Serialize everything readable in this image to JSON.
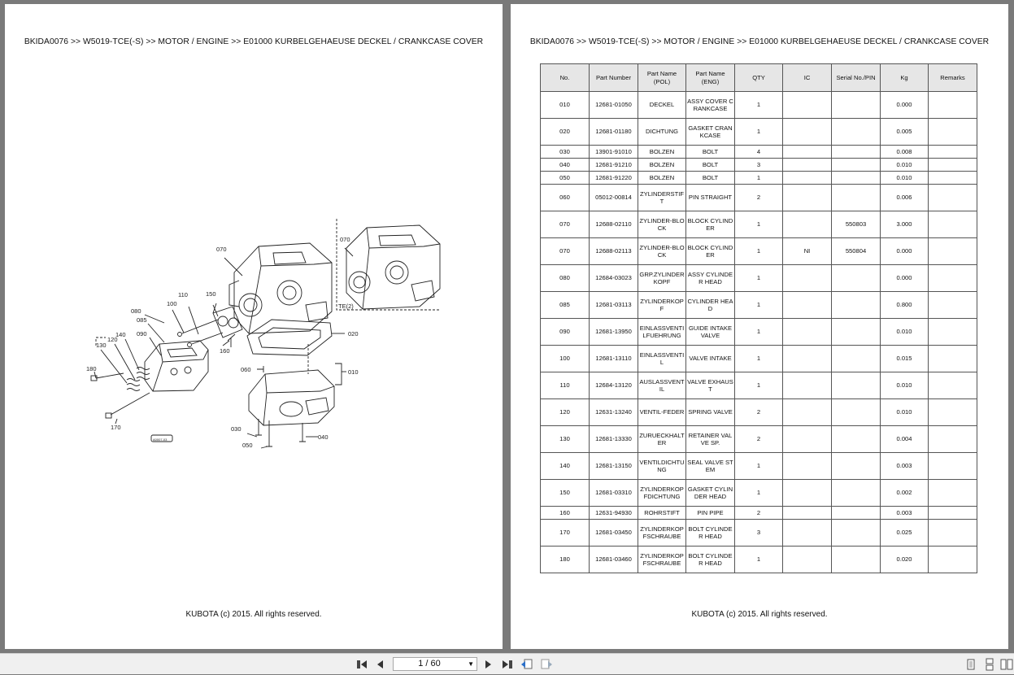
{
  "header_text": "BKIDA0076 >> W5019-TCE(-S) >> MOTOR / ENGINE >> E01000   KURBELGEHAEUSE DECKEL / CRANKCASE COVER",
  "footer_text": "KUBOTA (c) 2015. All rights reserved.",
  "diagram": {
    "callouts": [
      "070",
      "070",
      "TE(2)",
      "110",
      "150",
      "100",
      "080",
      "085",
      "140",
      "120",
      "090",
      "130",
      "180",
      "170",
      "160",
      "020",
      "060",
      "010",
      "030",
      "050",
      "040",
      "A0007-03"
    ]
  },
  "table": {
    "headers": [
      "No.",
      "Part Number",
      "Part Name (POL)",
      "Part Name (ENG)",
      "QTY",
      "IC",
      "Serial No./PIN",
      "Kg",
      "Remarks"
    ],
    "rows": [
      {
        "no": "010",
        "pn": "12681-01050",
        "pol": "DECKEL",
        "eng": "ASSY COVER CRANKCASE",
        "qty": "1",
        "ic": "",
        "serial": "",
        "kg": "0.000",
        "remarks": "",
        "h": "h1"
      },
      {
        "no": "020",
        "pn": "12681-01180",
        "pol": "DICHTUNG",
        "eng": "GASKET CRANKCASE",
        "qty": "1",
        "ic": "",
        "serial": "",
        "kg": "0.005",
        "remarks": "",
        "h": "h1"
      },
      {
        "no": "030",
        "pn": "13901-91010",
        "pol": "BOLZEN",
        "eng": "BOLT",
        "qty": "4",
        "ic": "",
        "serial": "",
        "kg": "0.008",
        "remarks": "",
        "h": "h2"
      },
      {
        "no": "040",
        "pn": "12681-91210",
        "pol": "BOLZEN",
        "eng": "BOLT",
        "qty": "3",
        "ic": "",
        "serial": "",
        "kg": "0.010",
        "remarks": "",
        "h": "h2"
      },
      {
        "no": "050",
        "pn": "12681-91220",
        "pol": "BOLZEN",
        "eng": "BOLT",
        "qty": "1",
        "ic": "",
        "serial": "",
        "kg": "0.010",
        "remarks": "",
        "h": "h2"
      },
      {
        "no": "060",
        "pn": "05012-00814",
        "pol": "ZYLINDERSTIFT",
        "eng": "PIN STRAIGHT",
        "qty": "2",
        "ic": "",
        "serial": "",
        "kg": "0.006",
        "remarks": "",
        "h": "h1"
      },
      {
        "no": "070",
        "pn": "12688-02110",
        "pol": "ZYLINDER-BLOCK",
        "eng": "BLOCK CYLINDER",
        "qty": "1",
        "ic": "",
        "serial": "550803",
        "kg": "3.000",
        "remarks": "",
        "h": "h1"
      },
      {
        "no": "070",
        "pn": "12688-02113",
        "pol": "ZYLINDER-BLOCK",
        "eng": "BLOCK CYLINDER",
        "qty": "1",
        "ic": "NI",
        "serial": "550804",
        "kg": "0.000",
        "remarks": "",
        "h": "h1"
      },
      {
        "no": "080",
        "pn": "12684-03023",
        "pol": "GRP.ZYLINDERKOPF",
        "eng": "ASSY CYLINDER HEAD",
        "qty": "1",
        "ic": "",
        "serial": "",
        "kg": "0.000",
        "remarks": "",
        "h": "h1"
      },
      {
        "no": "085",
        "pn": "12681-03113",
        "pol": "ZYLINDERKOPF",
        "eng": "CYLINDER HEAD",
        "qty": "1",
        "ic": "",
        "serial": "",
        "kg": "0.800",
        "remarks": "",
        "h": "h1"
      },
      {
        "no": "090",
        "pn": "12681-13950",
        "pol": "EINLASSVENTILFUEHRUNG",
        "eng": "GUIDE INTAKE VALVE",
        "qty": "1",
        "ic": "",
        "serial": "",
        "kg": "0.010",
        "remarks": "",
        "h": "h1"
      },
      {
        "no": "100",
        "pn": "12681-13110",
        "pol": "EINLASSVENTIL",
        "eng": "VALVE INTAKE",
        "qty": "1",
        "ic": "",
        "serial": "",
        "kg": "0.015",
        "remarks": "",
        "h": "h1"
      },
      {
        "no": "110",
        "pn": "12684-13120",
        "pol": "AUSLASSVENTIL",
        "eng": "VALVE EXHAUST",
        "qty": "1",
        "ic": "",
        "serial": "",
        "kg": "0.010",
        "remarks": "",
        "h": "h1"
      },
      {
        "no": "120",
        "pn": "12631-13240",
        "pol": "VENTIL-FEDER",
        "eng": "SPRING VALVE",
        "qty": "2",
        "ic": "",
        "serial": "",
        "kg": "0.010",
        "remarks": "",
        "h": "h1"
      },
      {
        "no": "130",
        "pn": "12681-13330",
        "pol": "ZURUECKHALTER",
        "eng": "RETAINER VALVE SP.",
        "qty": "2",
        "ic": "",
        "serial": "",
        "kg": "0.004",
        "remarks": "",
        "h": "h1"
      },
      {
        "no": "140",
        "pn": "12681-13150",
        "pol": "VENTILDICHTUNG",
        "eng": "SEAL VALVE STEM",
        "qty": "1",
        "ic": "",
        "serial": "",
        "kg": "0.003",
        "remarks": "",
        "h": "h1"
      },
      {
        "no": "150",
        "pn": "12681-03310",
        "pol": "ZYLINDERKOPFDICHTUNG",
        "eng": "GASKET CYLINDER HEAD",
        "qty": "1",
        "ic": "",
        "serial": "",
        "kg": "0.002",
        "remarks": "",
        "h": "h1"
      },
      {
        "no": "160",
        "pn": "12631-94930",
        "pol": "ROHRSTIFT",
        "eng": "PIN PIPE",
        "qty": "2",
        "ic": "",
        "serial": "",
        "kg": "0.003",
        "remarks": "",
        "h": "h2"
      },
      {
        "no": "170",
        "pn": "12681-03450",
        "pol": "ZYLINDERKOPFSCHRAUBE",
        "eng": "BOLT CYLINDER HEAD",
        "qty": "3",
        "ic": "",
        "serial": "",
        "kg": "0.025",
        "remarks": "",
        "h": "h1"
      },
      {
        "no": "180",
        "pn": "12681-03460",
        "pol": "ZYLINDERKOPFSCHRAUBE",
        "eng": "BOLT CYLINDER HEAD",
        "qty": "1",
        "ic": "",
        "serial": "",
        "kg": "0.020",
        "remarks": "",
        "h": "h1"
      }
    ]
  },
  "toolbar": {
    "page_indicator": "1 / 60",
    "icons": [
      "first-page-icon",
      "prev-page-icon",
      "next-page-icon",
      "last-page-icon",
      "back-view-icon",
      "forward-view-icon",
      "single-page-icon",
      "continuous-icon",
      "two-page-icon"
    ]
  }
}
